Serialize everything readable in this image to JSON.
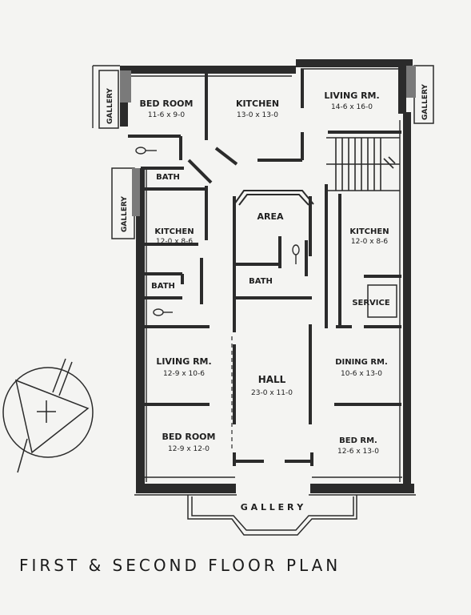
{
  "plan": {
    "title": "FIRST & SECOND FLOOR PLAN",
    "rooms": [
      {
        "id": "bedroom-nw",
        "name": "BED ROOM",
        "dims": "11-6 x 9-0"
      },
      {
        "id": "kitchen-n",
        "name": "KITCHEN",
        "dims": "13-0 x 13-0"
      },
      {
        "id": "living-ne",
        "name": "LIVING RM.",
        "dims": "14-6 x 16-0"
      },
      {
        "id": "bath-w-upper",
        "name": "BATH",
        "dims": ""
      },
      {
        "id": "area",
        "name": "AREA",
        "dims": ""
      },
      {
        "id": "kitchen-w",
        "name": "KITCHEN",
        "dims": "12-0 x 8-6"
      },
      {
        "id": "kitchen-e",
        "name": "KITCHEN",
        "dims": "12-0 x 8-6"
      },
      {
        "id": "bath-center",
        "name": "BATH",
        "dims": ""
      },
      {
        "id": "bath-w-lower",
        "name": "BATH",
        "dims": ""
      },
      {
        "id": "service",
        "name": "SERVICE",
        "dims": ""
      },
      {
        "id": "living-w",
        "name": "LIVING RM.",
        "dims": "12-9 x 10-6"
      },
      {
        "id": "hall",
        "name": "HALL",
        "dims": "23-0 x 11-0"
      },
      {
        "id": "dining-e",
        "name": "DINING RM.",
        "dims": "10-6 x 13-0"
      },
      {
        "id": "bedroom-sw",
        "name": "BED ROOM",
        "dims": "12-9 x 12-0"
      },
      {
        "id": "bedroom-se",
        "name": "BED RM.",
        "dims": "12-6 x 13-0"
      }
    ],
    "galleries": {
      "left_top": "GALLERY",
      "right_top": "GALLERY",
      "left_mid": "GALLERY",
      "bottom": "G A L L E R Y"
    }
  }
}
